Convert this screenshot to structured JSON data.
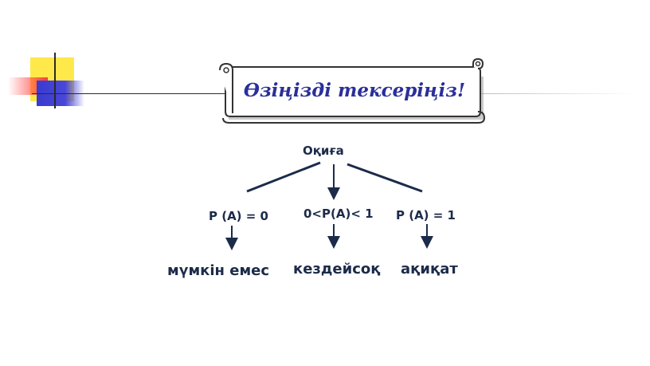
{
  "title": "Өзіңізді тексеріңіз!",
  "diagram": {
    "root": "Оқиға",
    "branches": [
      {
        "condition": "P (A) = 0",
        "result": "мүмкін емес"
      },
      {
        "condition": "0<P(A)< 1",
        "result": "кездейсоқ"
      },
      {
        "condition": "P (A) = 1",
        "result": "ақиқат"
      }
    ]
  },
  "colors": {
    "title": "#2a2f9a",
    "labels": "#1c2b4a",
    "arrows": "#1c2b4a",
    "decor_yellow": "#ffe84a",
    "decor_red": "#ff3b3b",
    "decor_blue": "#3a3ad0"
  }
}
